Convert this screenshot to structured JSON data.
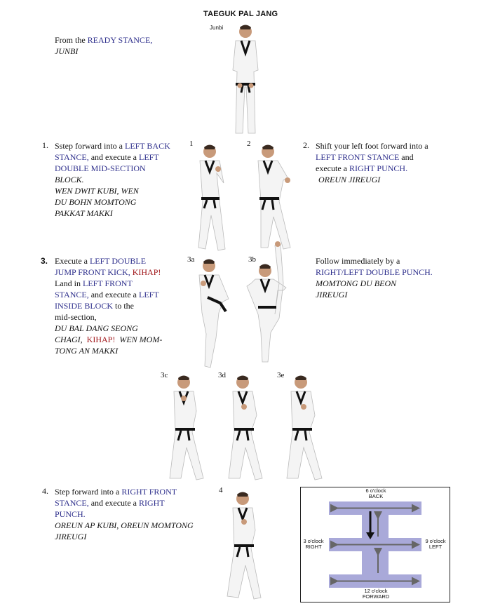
{
  "title": "TAEGUK PAL JANG",
  "junbi_caption": "Junbi",
  "intro": {
    "prefix": "From the ",
    "stance": "READY STANCE,",
    "korean": "JUNBI"
  },
  "step1": {
    "number": "1.",
    "l1a": "Sstep forward into a ",
    "l1b": "LEFT BACK",
    "l2a": "STANCE,",
    "l2b": " and execute a ",
    "l2c": "LEFT",
    "l3": "DOUBLE MID-SECTION",
    "l4": "BLOCK.",
    "l5": "WEN DWIT KUBI, WEN",
    "l6": "DU BOHN MOMTONG",
    "l7": "PAKKAT MAKKI"
  },
  "step2": {
    "number": "2.",
    "l1": "Shift your left foot forward into a",
    "l2a": "LEFT FRONT STANCE",
    "l2b": " and",
    "l3a": "execute a ",
    "l3b": "RIGHT PUNCH.",
    "l4": "OREUN JIREUGI"
  },
  "step3": {
    "number": "3.",
    "l1a": "Execute a ",
    "l1b": "LEFT DOUBLE",
    "l2a": "JUMP FRONT KICK, ",
    "l2b": "KIHAP!",
    "l3a": "Land  in ",
    "l3b": "LEFT FRONT",
    "l4a": "STANCE,",
    "l4b": " and execute a ",
    "l4c": "LEFT",
    "l5a": "INSIDE BLOCK",
    "l5b": " to the",
    "l6": "mid-section,",
    "l7": "DU BAL DANG SEONG",
    "l8a": "CHAGI,  ",
    "l8b": "KIHAP!",
    "l8c": "  WEN MOM-",
    "l9": "TONG AN MAKKI"
  },
  "step3b_text": {
    "l1": "Follow immediately by a",
    "l2": "RIGHT/LEFT DOUBLE PUNCH.",
    "l3": "MOMTONG DU BEON",
    "l4": "JIREUGI"
  },
  "step4": {
    "number": "4.",
    "l1a": "Step forward into a ",
    "l1b": "RIGHT FRONT",
    "l2a": "STANCE,",
    "l2b": " and execute a ",
    "l2c": "RIGHT",
    "l3": "PUNCH.",
    "l4": "OREUN AP KUBI, OREUN MOMTONG",
    "l5": "JIREUGI"
  },
  "photo_labels": {
    "p1": "1",
    "p2": "2",
    "p3a": "3a",
    "p3b": "3b",
    "p3c": "3c",
    "p3d": "3d",
    "p3e": "3e",
    "p4": "4"
  },
  "diagram": {
    "top_line1": "6 o'clock",
    "top_line2": "BACK",
    "left_line1": "3 o'clock",
    "left_line2": "RIGHT",
    "right_line1": "9 o'clock",
    "right_line2": "LEFT",
    "bottom_line1": "12 o'clock",
    "bottom_line2": "FORWARD"
  },
  "colors": {
    "term_blue": "#2e2f8c",
    "kihap_red": "#a0161a",
    "belt_black": "#111111",
    "uniform_white": "#f4f4f4",
    "diagram_bar": "#a9a9d9"
  }
}
